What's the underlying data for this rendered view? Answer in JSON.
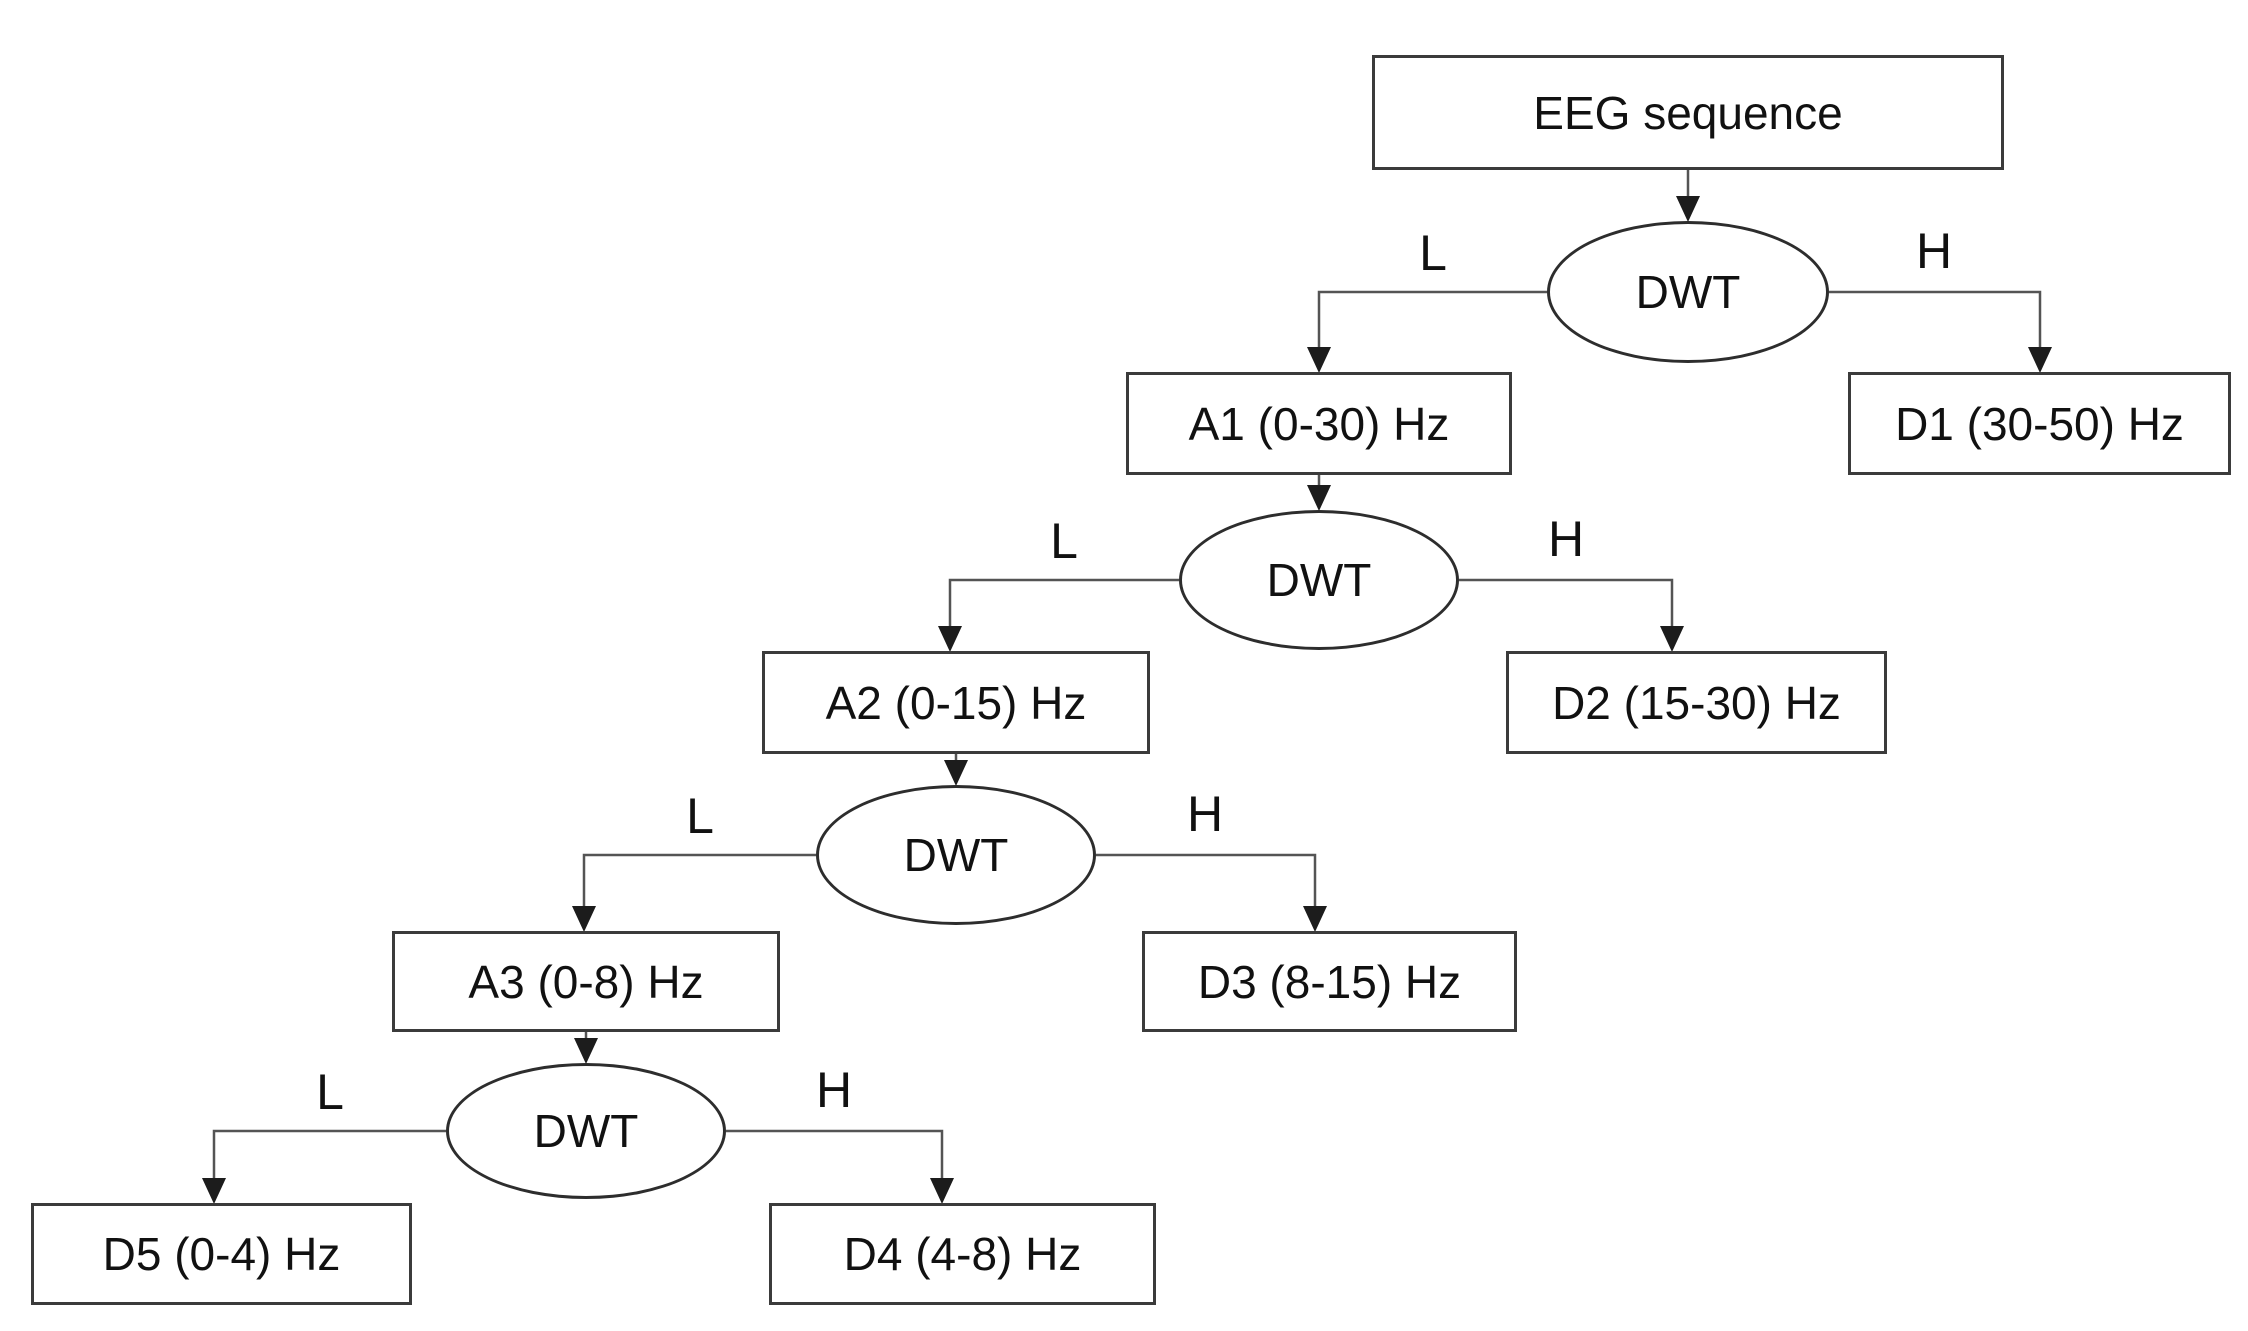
{
  "diagram": {
    "description": "Discrete wavelet transform decomposition tree of an EEG sequence",
    "root_label": "EEG sequence",
    "levels": [
      {
        "transform": "DWT",
        "low": "L",
        "high": "H",
        "low_output": "A1 (0-30) Hz",
        "high_output": "D1 (30-50) Hz"
      },
      {
        "transform": "DWT",
        "low": "L",
        "high": "H",
        "low_output": "A2 (0-15) Hz",
        "high_output": "D2 (15-30) Hz"
      },
      {
        "transform": "DWT",
        "low": "L",
        "high": "H",
        "low_output": "A3 (0-8) Hz",
        "high_output": "D3 (8-15) Hz"
      },
      {
        "transform": "DWT",
        "low": "L",
        "high": "H",
        "low_output": "D5 (0-4) Hz",
        "high_output": "D4 (4-8) Hz"
      }
    ],
    "colors": {
      "background": "#ffffff",
      "box_border": "#3b3b3b",
      "connector": "#545454",
      "arrowhead": "#1c1c1c",
      "text": "#111111"
    }
  }
}
